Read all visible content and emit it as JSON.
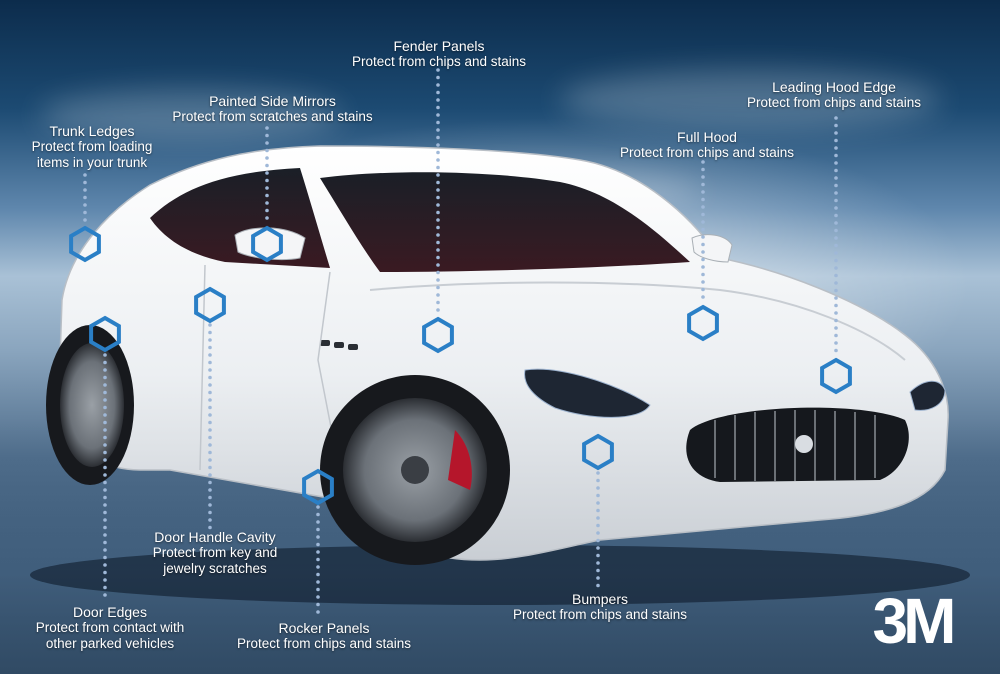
{
  "brand_logo_text": "3M",
  "colors": {
    "marker": "#2a7fc6",
    "dots": "#9fb8d8",
    "label_text": "#ffffff",
    "car_body": "#f2f2f2"
  },
  "callouts": [
    {
      "key": "fender-panels",
      "title": "Fender Panels",
      "desc": [
        "Protect from chips and stains"
      ],
      "marker": true
    },
    {
      "key": "painted-side-mirrors",
      "title": "Painted Side Mirrors",
      "desc": [
        "Protect from scratches and stains"
      ],
      "marker": true
    },
    {
      "key": "trunk-ledges",
      "title": "Trunk Ledges",
      "desc": [
        "Protect from loading",
        "items in your trunk"
      ],
      "marker": true
    },
    {
      "key": "leading-hood-edge",
      "title": "Leading Hood Edge",
      "desc": [
        "Protect from chips and stains"
      ],
      "marker": true
    },
    {
      "key": "full-hood",
      "title": "Full Hood",
      "desc": [
        "Protect from chips and stains"
      ],
      "marker": true
    },
    {
      "key": "door-handle-cavity",
      "title": "Door Handle Cavity",
      "desc": [
        "Protect from key and",
        "jewelry scratches"
      ],
      "marker": true
    },
    {
      "key": "door-edges",
      "title": "Door Edges",
      "desc": [
        "Protect from contact with",
        "other parked vehicles"
      ],
      "marker": true
    },
    {
      "key": "rocker-panels",
      "title": "Rocker Panels",
      "desc": [
        "Protect from chips and stains"
      ],
      "marker": true
    },
    {
      "key": "bumpers",
      "title": "Bumpers",
      "desc": [
        "Protect from chips and stains"
      ],
      "marker": true
    }
  ]
}
